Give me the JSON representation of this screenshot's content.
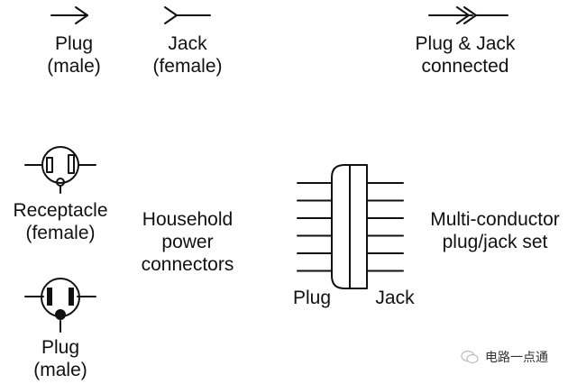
{
  "symbols": {
    "plug": {
      "line1": "Plug",
      "line2": "(male)"
    },
    "jack": {
      "line1": "Jack",
      "line2": "(female)"
    },
    "connected": {
      "line1": "Plug & Jack",
      "line2": "connected"
    }
  },
  "household": {
    "receptacle": {
      "line1": "Receptacle",
      "line2": "(female)"
    },
    "plug": {
      "line1": "Plug",
      "line2": "(male)"
    },
    "caption": {
      "line1": "Household",
      "line2": "power",
      "line3": "connectors"
    }
  },
  "multiconductor": {
    "plug_label": "Plug",
    "jack_label": "Jack",
    "caption": {
      "line1": "Multi-conductor",
      "line2": "plug/jack set"
    },
    "conductor_count": 6
  },
  "watermark": {
    "text": "电路一点通"
  }
}
